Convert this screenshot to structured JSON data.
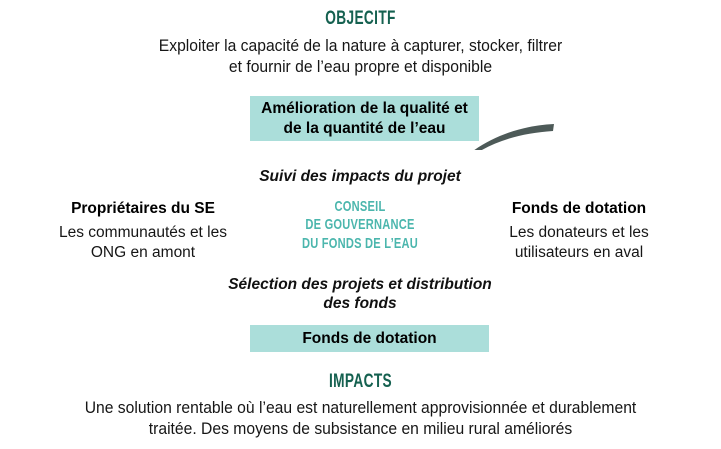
{
  "meta": {
    "diagram_title": "Cycle du Fonds de l'Eau",
    "colors": {
      "heading_green": "#156150",
      "box_teal": "#abdeda",
      "council_teal": "#4bb6ad",
      "arrow_gray": "#4d5a58",
      "vertical_arrow_gray": "#d3d3d3",
      "text_black": "#161616",
      "background": "#ffffff"
    }
  },
  "objective": {
    "heading": "OBJECITF",
    "lines": [
      "Exploiter la capacité de la nature à capturer, stocker, filtrer",
      "et fournir de l’eau propre et disponible"
    ]
  },
  "impacts": {
    "heading": "IMPACTS",
    "lines": [
      "Une solution rentable où l’eau est naturellement approvisionnée et durablement",
      "traitée. Des moyens de subsistance en milieu rural améliorés"
    ]
  },
  "top_box": {
    "lines": [
      "Amélioration de la qualité et",
      "de la quantité de l’eau"
    ]
  },
  "bottom_box": {
    "lines": [
      "Fonds de dotation"
    ]
  },
  "left_node": {
    "title": "Propriétaires du SE",
    "desc_lines": [
      "Les communautés et les",
      "ONG en amont"
    ]
  },
  "right_node": {
    "title": "Fonds de dotation",
    "desc_lines": [
      "Les donateurs et les",
      "utilisateurs en aval"
    ]
  },
  "caption_top": {
    "lines": [
      "Suivi des impacts du projet"
    ]
  },
  "caption_bottom": {
    "lines": [
      "Sélection des projets et distribution",
      "des fonds"
    ]
  },
  "council": {
    "lines": [
      "CONSEIL",
      "DE GOUVERNANCE",
      "DU FONDS DE L’EAU"
    ]
  },
  "icons": {
    "arc_top_right": "curved-arrow-down-right-icon",
    "arc_bottom_left": "curved-arrow-up-left-icon",
    "arc_top_left": "curved-band-left-icon",
    "arc_bottom_right": "curved-band-right-icon",
    "vertical_double_arrow": "double-headed-vertical-arrow-icon"
  }
}
